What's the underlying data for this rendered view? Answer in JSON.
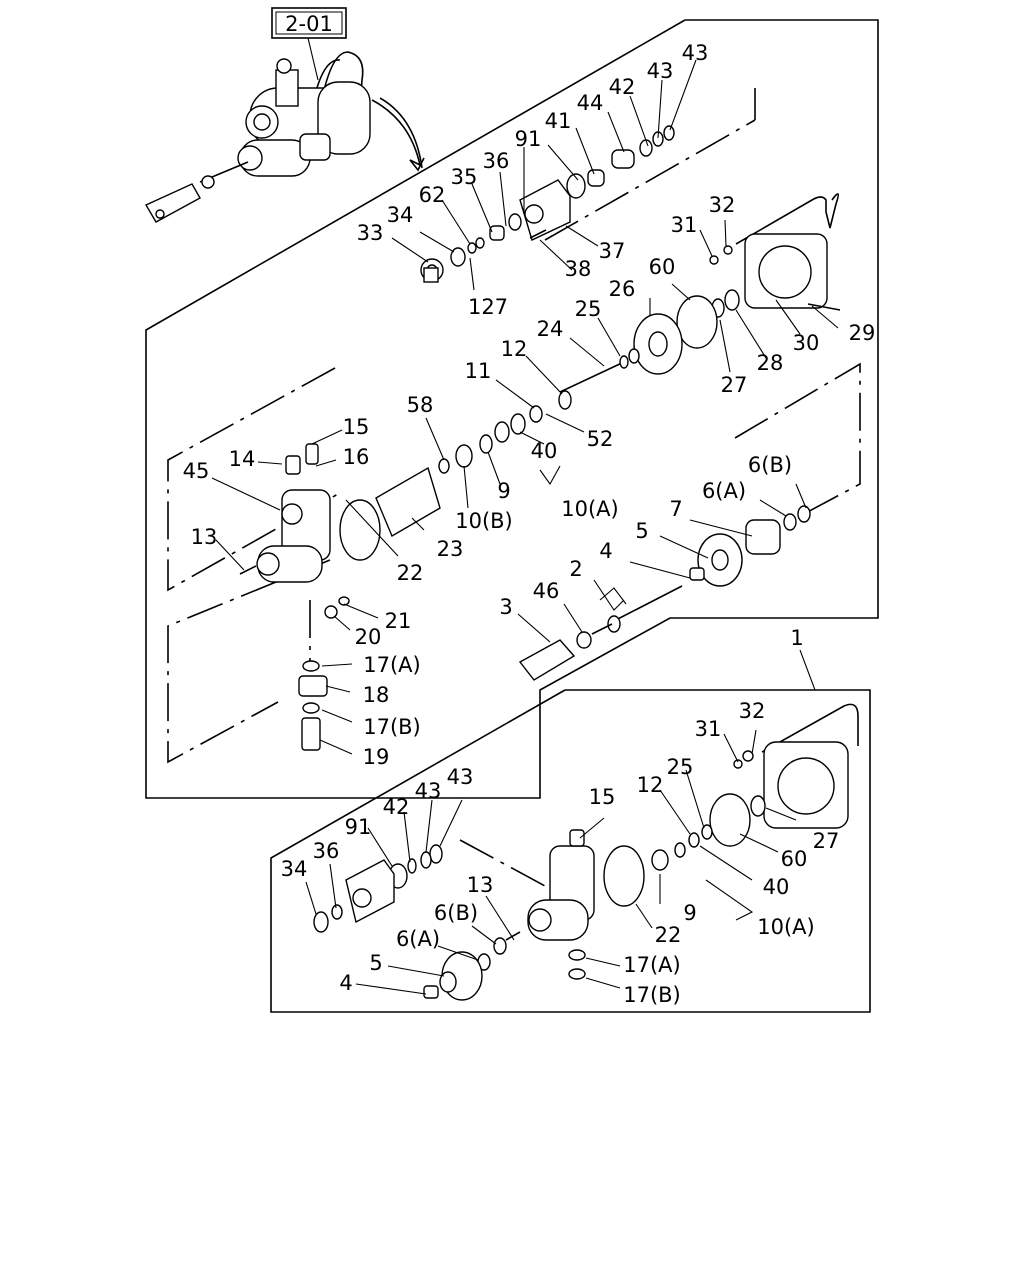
{
  "ref_box": "2-01",
  "assembly_label": "1",
  "upper_labels": [
    {
      "id": "43a",
      "text": "43"
    },
    {
      "id": "43b",
      "text": "43"
    },
    {
      "id": "42",
      "text": "42"
    },
    {
      "id": "44",
      "text": "44"
    },
    {
      "id": "41",
      "text": "41"
    },
    {
      "id": "91",
      "text": "91"
    },
    {
      "id": "36",
      "text": "36"
    },
    {
      "id": "35",
      "text": "35"
    },
    {
      "id": "62",
      "text": "62"
    },
    {
      "id": "34",
      "text": "34"
    },
    {
      "id": "33",
      "text": "33"
    },
    {
      "id": "127",
      "text": "127"
    },
    {
      "id": "37",
      "text": "37"
    },
    {
      "id": "38",
      "text": "38"
    },
    {
      "id": "31",
      "text": "31"
    },
    {
      "id": "32",
      "text": "32"
    },
    {
      "id": "29",
      "text": "29"
    },
    {
      "id": "30",
      "text": "30"
    },
    {
      "id": "28",
      "text": "28"
    },
    {
      "id": "27",
      "text": "27"
    },
    {
      "id": "60",
      "text": "60"
    },
    {
      "id": "26",
      "text": "26"
    },
    {
      "id": "25",
      "text": "25"
    },
    {
      "id": "24",
      "text": "24"
    },
    {
      "id": "12",
      "text": "12"
    },
    {
      "id": "11",
      "text": "11"
    },
    {
      "id": "52",
      "text": "52"
    },
    {
      "id": "58",
      "text": "58"
    },
    {
      "id": "40",
      "text": "40"
    },
    {
      "id": "9",
      "text": "9"
    },
    {
      "id": "10B",
      "text": "10(B)"
    },
    {
      "id": "10A",
      "text": "10(A)"
    },
    {
      "id": "15",
      "text": "15"
    },
    {
      "id": "16",
      "text": "16"
    },
    {
      "id": "14",
      "text": "14"
    },
    {
      "id": "45",
      "text": "45"
    },
    {
      "id": "13",
      "text": "13"
    },
    {
      "id": "22",
      "text": "22"
    },
    {
      "id": "23",
      "text": "23"
    },
    {
      "id": "21",
      "text": "21"
    },
    {
      "id": "20",
      "text": "20"
    },
    {
      "id": "17A",
      "text": "17(A)"
    },
    {
      "id": "18",
      "text": "18"
    },
    {
      "id": "17B",
      "text": "17(B)"
    },
    {
      "id": "19",
      "text": "19"
    },
    {
      "id": "6B",
      "text": "6(B)"
    },
    {
      "id": "6A",
      "text": "6(A)"
    },
    {
      "id": "7",
      "text": "7"
    },
    {
      "id": "5",
      "text": "5"
    },
    {
      "id": "4",
      "text": "4"
    },
    {
      "id": "2",
      "text": "2"
    },
    {
      "id": "46",
      "text": "46"
    },
    {
      "id": "3",
      "text": "3"
    }
  ],
  "lower_labels": [
    {
      "id": "32",
      "text": "32"
    },
    {
      "id": "31",
      "text": "31"
    },
    {
      "id": "25",
      "text": "25"
    },
    {
      "id": "12",
      "text": "12"
    },
    {
      "id": "15",
      "text": "15"
    },
    {
      "id": "27",
      "text": "27"
    },
    {
      "id": "60",
      "text": "60"
    },
    {
      "id": "40",
      "text": "40"
    },
    {
      "id": "10A",
      "text": "10(A)"
    },
    {
      "id": "9",
      "text": "9"
    },
    {
      "id": "22",
      "text": "22"
    },
    {
      "id": "43a",
      "text": "43"
    },
    {
      "id": "43b",
      "text": "43"
    },
    {
      "id": "42",
      "text": "42"
    },
    {
      "id": "91",
      "text": "91"
    },
    {
      "id": "36",
      "text": "36"
    },
    {
      "id": "34",
      "text": "34"
    },
    {
      "id": "13",
      "text": "13"
    },
    {
      "id": "6B",
      "text": "6(B)"
    },
    {
      "id": "6A",
      "text": "6(A)"
    },
    {
      "id": "5",
      "text": "5"
    },
    {
      "id": "4",
      "text": "4"
    },
    {
      "id": "17A",
      "text": "17(A)"
    },
    {
      "id": "17B",
      "text": "17(B)"
    }
  ]
}
